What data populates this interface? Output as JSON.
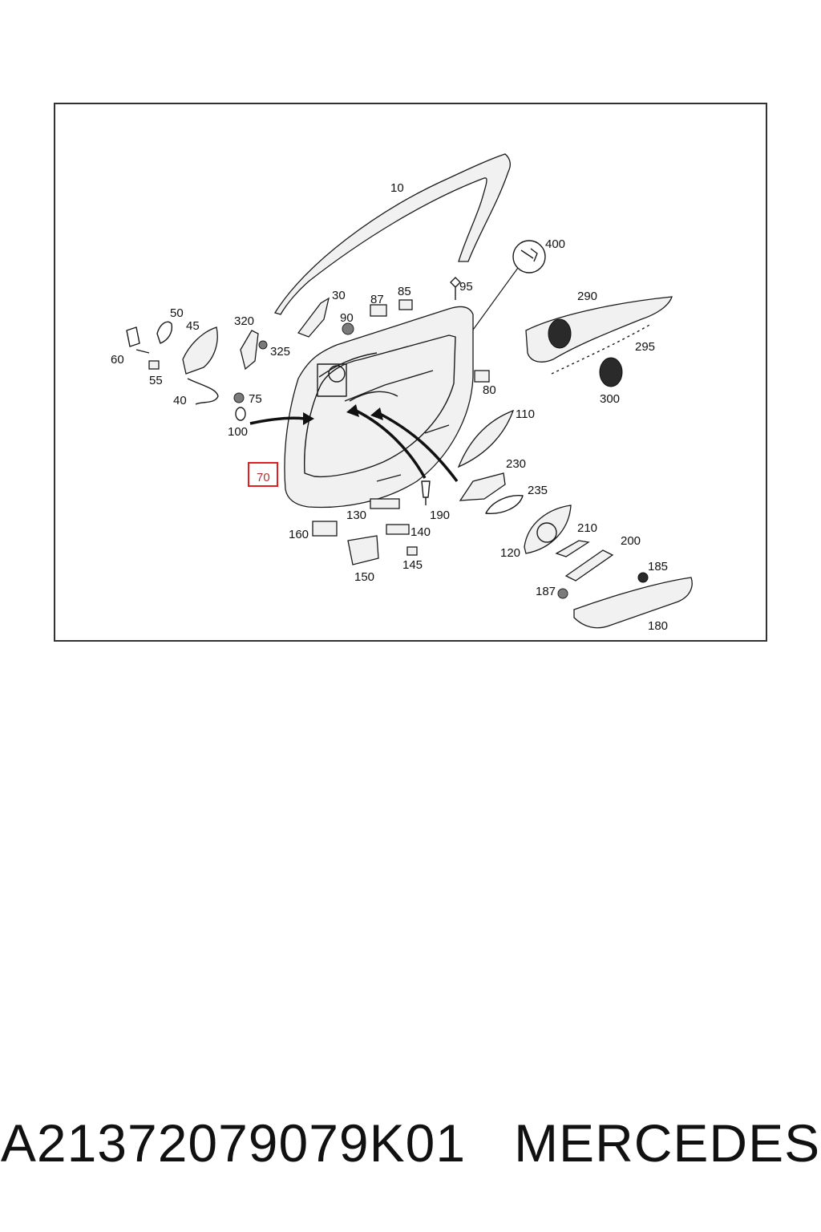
{
  "diagram": {
    "callouts": [
      "10",
      "400",
      "30",
      "87",
      "85",
      "95",
      "90",
      "290",
      "295",
      "300",
      "50",
      "45",
      "320",
      "325",
      "60",
      "55",
      "40",
      "75",
      "100",
      "80",
      "110",
      "70",
      "230",
      "235",
      "130",
      "190",
      "210",
      "200",
      "160",
      "140",
      "120",
      "185",
      "187",
      "150",
      "145",
      "180"
    ],
    "highlighted_callout": "70"
  },
  "footer": {
    "part_number": "A21372079079K01",
    "brand": "MERCEDES"
  },
  "colors": {
    "highlight": "#e02020",
    "line": "#1a1a1a"
  }
}
